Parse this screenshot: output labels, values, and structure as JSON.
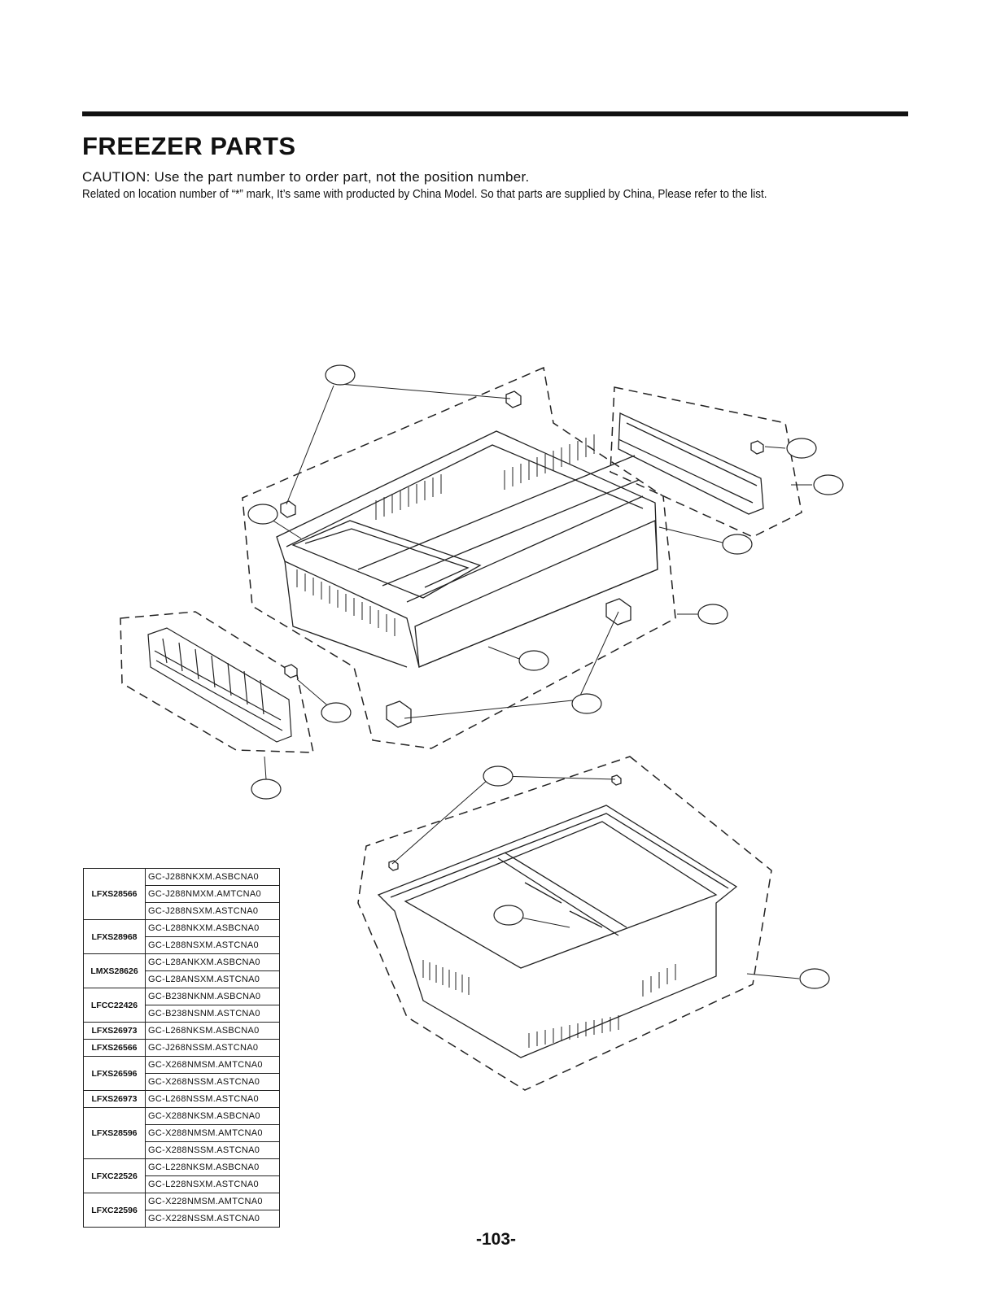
{
  "header": {
    "title": "FREEZER PARTS",
    "caution": "CAUTION: Use the part number to order part, not the position number.",
    "note": "Related on location number of “*” mark, It’s same with producted by China Model. So that parts are supplied by China, Please refer to the list."
  },
  "models_table": [
    {
      "model": "LFXS28566",
      "codes": [
        "GC-J288NKXM.ASBCNA0",
        "GC-J288NMXM.AMTCNA0",
        "GC-J288NSXM.ASTCNA0"
      ]
    },
    {
      "model": "LFXS28968",
      "codes": [
        "GC-L288NKXM.ASBCNA0",
        "GC-L288NSXM.ASTCNA0"
      ]
    },
    {
      "model": "LMXS28626",
      "codes": [
        "GC-L28ANKXM.ASBCNA0",
        "GC-L28ANSXM.ASTCNA0"
      ]
    },
    {
      "model": "LFCC22426",
      "codes": [
        "GC-B238NKNM.ASBCNA0",
        "GC-B238NSNM.ASTCNA0"
      ]
    },
    {
      "model": "LFXS26973",
      "codes": [
        "GC-L268NKSM.ASBCNA0"
      ]
    },
    {
      "model": "LFXS26566",
      "codes": [
        "GC-J268NSSM.ASTCNA0"
      ]
    },
    {
      "model": "LFXS26596",
      "codes": [
        "GC-X268NMSM.AMTCNA0",
        "GC-X268NSSM.ASTCNA0"
      ]
    },
    {
      "model": "LFXS26973",
      "codes": [
        "GC-L268NSSM.ASTCNA0"
      ]
    },
    {
      "model": "LFXS28596",
      "codes": [
        "GC-X288NKSM.ASBCNA0",
        "GC-X288NMSM.AMTCNA0",
        "GC-X288NSSM.ASTCNA0"
      ]
    },
    {
      "model": "LFXC22526",
      "codes": [
        "GC-L228NKSM.ASBCNA0",
        "GC-L228NSXM.ASTCNA0"
      ]
    },
    {
      "model": "LFXC22596",
      "codes": [
        "GC-X228NMSM.AMTCNA0",
        "GC-X228NSSM.ASTCNA0"
      ]
    }
  ],
  "footer": {
    "page_number": "-103-"
  }
}
